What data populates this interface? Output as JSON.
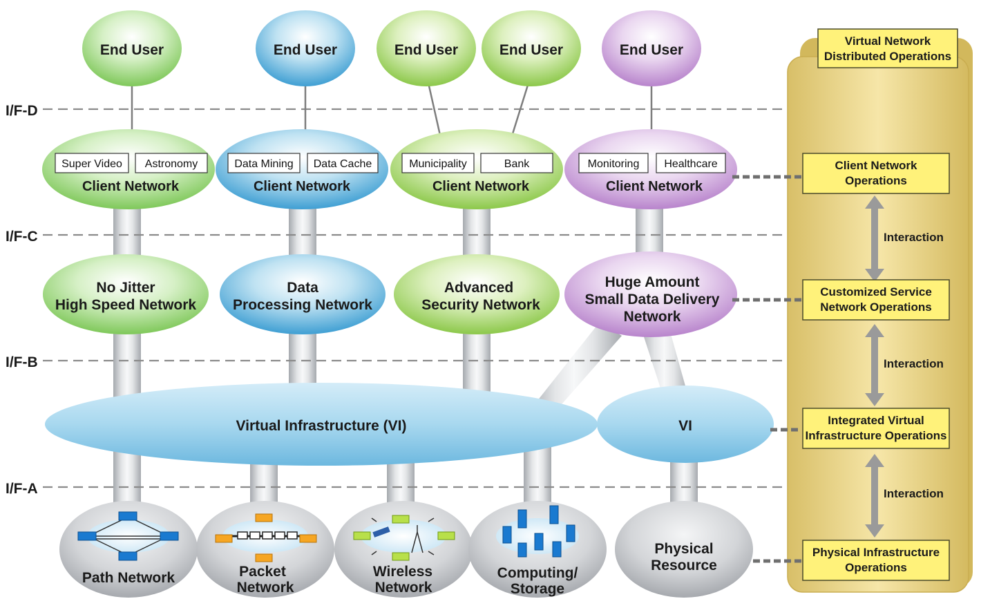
{
  "interfaces": [
    "I/F-D",
    "I/F-C",
    "I/F-B",
    "I/F-A"
  ],
  "end_users": [
    "End User",
    "End User",
    "End User",
    "End User",
    "End User"
  ],
  "client_networks": [
    {
      "label": "Client Network",
      "apps": [
        "Super Video",
        "Astronomy"
      ]
    },
    {
      "label": "Client Network",
      "apps": [
        "Data Mining",
        "Data Cache"
      ]
    },
    {
      "label": "Client Network",
      "apps": [
        "Municipality",
        "Bank"
      ]
    },
    {
      "label": "Client Network",
      "apps": [
        "Monitoring",
        "Healthcare"
      ]
    }
  ],
  "service_networks": [
    [
      "No Jitter",
      "High Speed Network"
    ],
    [
      "Data",
      "Processing Network"
    ],
    [
      "Advanced",
      "Security Network"
    ],
    [
      "Huge Amount",
      "Small Data Delivery",
      "Network"
    ]
  ],
  "virtual_infrastructure": {
    "main": "Virtual Infrastructure (VI)",
    "small": "VI"
  },
  "physical_networks": [
    [
      "Path Network"
    ],
    [
      "Packet",
      "Network"
    ],
    [
      "Wireless",
      "Network"
    ],
    [
      "Computing/",
      "Storage"
    ],
    [
      "Physical",
      "Resource"
    ]
  ],
  "operations": {
    "title": [
      "Virtual Network",
      "Distributed Operations"
    ],
    "boxes": [
      [
        "Client Network",
        "Operations"
      ],
      [
        "Customized Service",
        "Network Operations"
      ],
      [
        "Integrated Virtual",
        "Infrastructure Operations"
      ],
      [
        "Physical Infrastructure",
        "Operations"
      ]
    ],
    "interaction_label": "Interaction"
  },
  "colors": {
    "green": "#92d36e",
    "blue": "#4aa8d8",
    "lime": "#9fd25a",
    "purple": "#c08fd0",
    "vi_blue": "#8fcbe8",
    "gray": "#b9bcc1",
    "ops_yellow": "#fff27a",
    "panel": "#e9d28c"
  }
}
